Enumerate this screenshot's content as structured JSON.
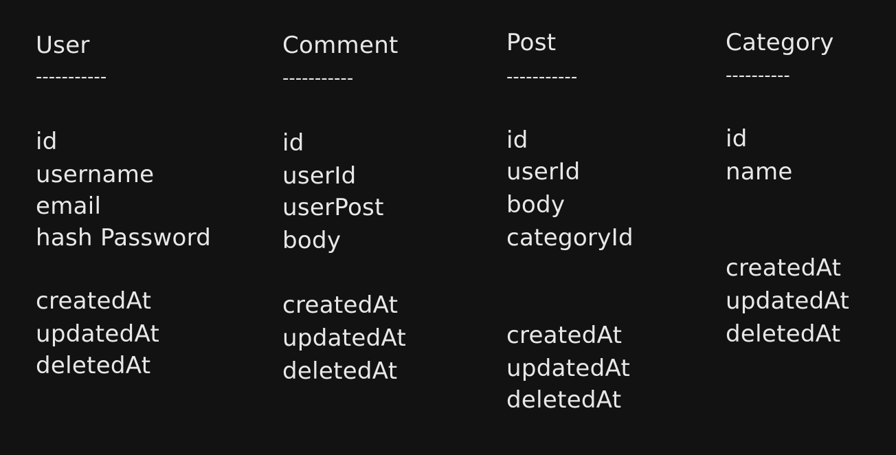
{
  "entities": [
    {
      "name": "User",
      "separator": "-----------",
      "fields": [
        "id",
        "username",
        "email",
        "hash Password"
      ],
      "timestamps": [
        "createdAt",
        "updatedAt",
        "deletedAt"
      ]
    },
    {
      "name": "Comment",
      "separator": "-----------",
      "fields": [
        "id",
        "userId",
        "userPost",
        "body"
      ],
      "timestamps": [
        "createdAt",
        "updatedAt",
        "deletedAt"
      ]
    },
    {
      "name": "Post",
      "separator": "-----------",
      "fields": [
        "id",
        "userId",
        "body",
        "categoryId"
      ],
      "timestamps": [
        "createdAt",
        "updatedAt",
        "deletedAt"
      ]
    },
    {
      "name": "Category",
      "separator": "----------",
      "fields": [
        "id",
        "name"
      ],
      "timestamps": [
        "createdAt",
        "updatedAt",
        "deletedAt"
      ]
    }
  ],
  "colors": {
    "background": "#121212",
    "text": "#e8e8e8"
  }
}
